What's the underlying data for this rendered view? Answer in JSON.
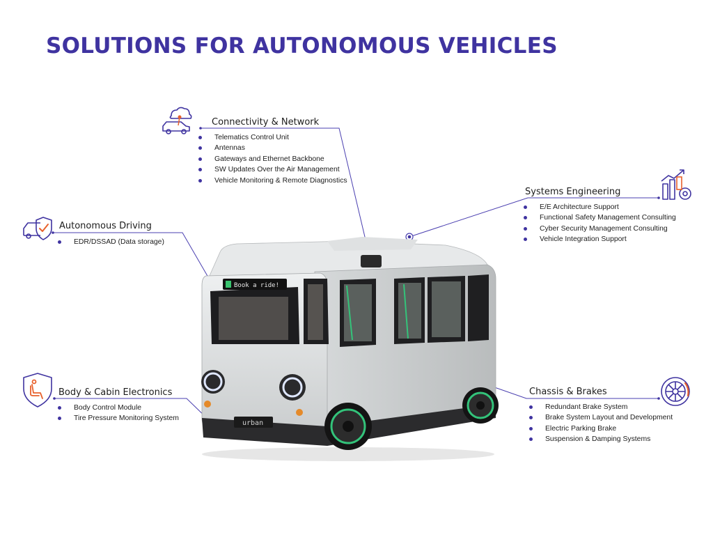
{
  "page": {
    "title": "SOLUTIONS FOR AUTONOMOUS VEHICLES",
    "accent_color": "#3f33a0",
    "connector_color": "#4a3fb0"
  },
  "vehicle": {
    "display_text": "Book a ride!",
    "front_badge": "urban",
    "body_color": "#dcdedf",
    "wheel_accent_color": "#33c37a"
  },
  "sections": {
    "connectivity": {
      "title": "Connectivity & Network",
      "icon": "cloud-connected-car-icon",
      "items": [
        "Telematics Control Unit",
        "Antennas",
        "Gateways and Ethernet Backbone",
        "SW Updates Over the Air Management",
        "Vehicle Monitoring & Remote Diagnostics"
      ]
    },
    "systems": {
      "title": "Systems Engineering",
      "icon": "chart-gear-icon",
      "items": [
        "E/E Architecture Support",
        "Functional Safety Management Consulting",
        "Cyber Security Management Consulting",
        "Vehicle Integration Support"
      ]
    },
    "autonomous": {
      "title": "Autonomous Driving",
      "icon": "car-shield-check-icon",
      "items": [
        "EDR/DSSAD (Data storage)"
      ]
    },
    "body": {
      "title": "Body & Cabin Electronics",
      "icon": "seat-shield-icon",
      "items": [
        "Body Control Module",
        "Tire Pressure Monitoring System"
      ]
    },
    "chassis": {
      "title": "Chassis & Brakes",
      "icon": "brake-disc-icon",
      "items": [
        "Redundant Brake System",
        "Brake System Layout and Development",
        "Electric Parking Brake",
        "Suspension & Damping Systems"
      ]
    }
  }
}
